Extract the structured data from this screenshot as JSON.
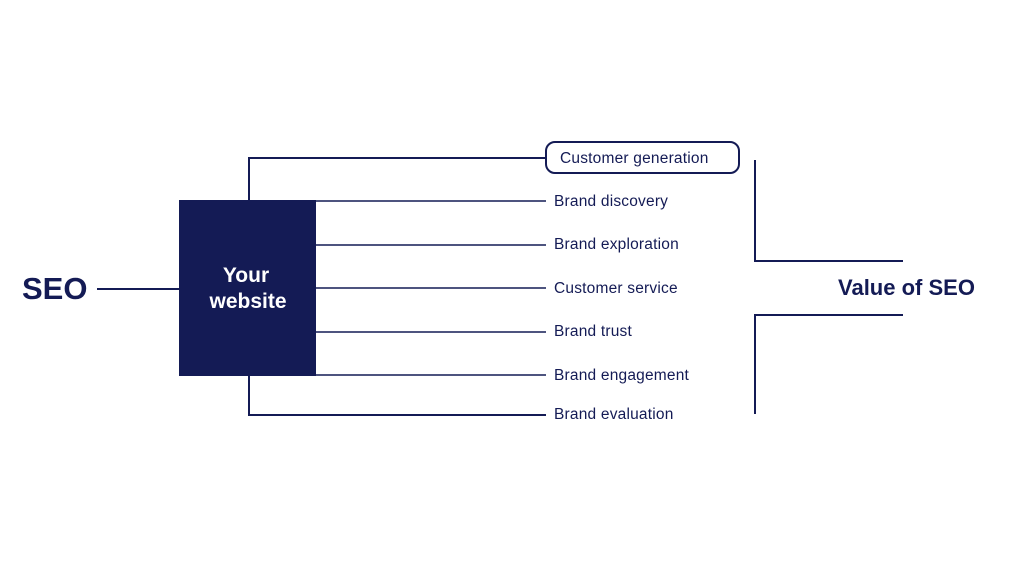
{
  "diagram": {
    "input_label": "SEO",
    "center_box": {
      "line1": "Your",
      "line2": "website"
    },
    "output_label": "Value of SEO",
    "highlighted_branch": "Customer generation",
    "branches": [
      "Customer generation",
      "Brand discovery",
      "Brand exploration",
      "Customer service",
      "Brand trust",
      "Brand engagement",
      "Brand evaluation"
    ]
  },
  "colors": {
    "primary": "#141b55",
    "background": "#ffffff"
  }
}
